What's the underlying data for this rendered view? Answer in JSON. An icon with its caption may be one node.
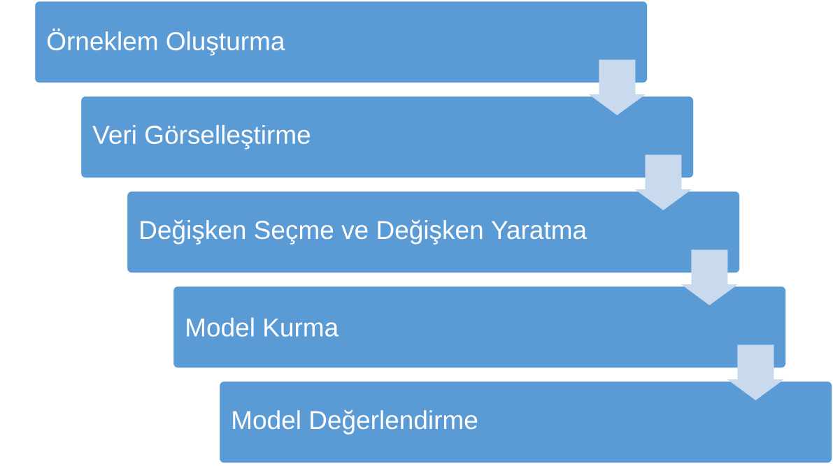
{
  "diagram": {
    "nodes": [
      {
        "text": [
          "Örneklem Oluşturma"
        ]
      },
      {
        "text": [
          "Veri Görselleştirme"
        ]
      },
      {
        "text": [
          "Değişken Seçme ve Değişken Yaratma"
        ]
      },
      {
        "text": [
          "Model Kurma"
        ]
      },
      {
        "text": [
          "Model Değerlendirme"
        ]
      }
    ],
    "edges": [
      {
        "from": 0,
        "to": 1,
        "arrow": "to"
      },
      {
        "from": 1,
        "to": 2,
        "arrow": "to"
      },
      {
        "from": 2,
        "to": 3,
        "arrow": "to"
      },
      {
        "from": 3,
        "to": 4,
        "arrow": "to"
      }
    ]
  }
}
